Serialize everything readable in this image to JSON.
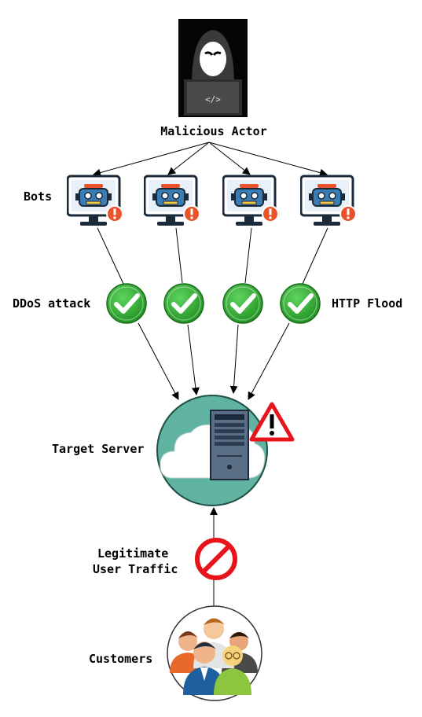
{
  "labels": {
    "actor": "Malicious Actor",
    "bots": "Bots",
    "attack_left": "DDoS attack",
    "attack_right": "HTTP Flood",
    "server": "Target Server",
    "traffic_line1": "Legitimate",
    "traffic_line2": "User Traffic",
    "customers": "Customers"
  },
  "actor_icon_text": "</>",
  "colors": {
    "arrow": "#000000",
    "server_circle": "#5fb3a0",
    "check_green": "#2ea82e",
    "blocked_red": "#e8141c",
    "warning_red": "#e8141c",
    "bot_blue": "#3a7db5",
    "alert_orange": "#e8532a"
  },
  "icons": {
    "actor": "hooded-hacker-icon",
    "bot": "robot-monitor-icon",
    "check": "check-circle-icon",
    "server": "cloud-server-icon",
    "warning": "warning-triangle-icon",
    "blocked": "prohibited-icon",
    "customers": "user-group-icon"
  }
}
